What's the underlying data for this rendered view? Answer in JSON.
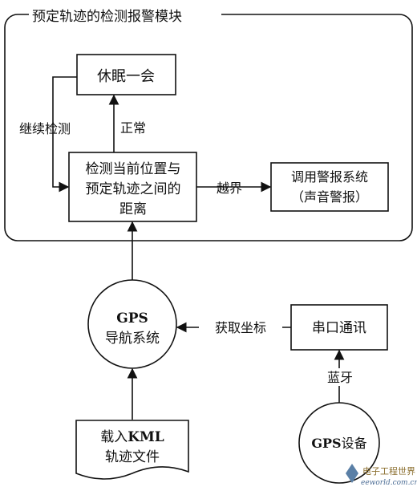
{
  "module": {
    "title": "预定轨迹的检测报警模块"
  },
  "nodes": {
    "sleep": {
      "label": "休眠一会"
    },
    "check": {
      "lines": [
        "检测当前位置与",
        "预定轨迹之间的",
        "距离"
      ]
    },
    "alarm": {
      "lines": [
        "调用警报系统",
        "（声音警报）"
      ]
    },
    "gps_nav": {
      "line1": "GPS",
      "line2": "导航系统"
    },
    "serial": {
      "label": "串口通讯"
    },
    "gps_device": {
      "gps": "GPS",
      "suffix": "设备"
    },
    "kml": {
      "line1_prefix": "载入",
      "line1_bold": "KML",
      "line2": "轨迹文件"
    }
  },
  "edges": {
    "normal": "正常",
    "continue": "继续检测",
    "out_of_bounds": "越界",
    "get_coords": "获取坐标",
    "bluetooth": "蓝牙"
  },
  "watermark": {
    "brand": "电子工程世界",
    "url": "eeworld.com.cn"
  }
}
